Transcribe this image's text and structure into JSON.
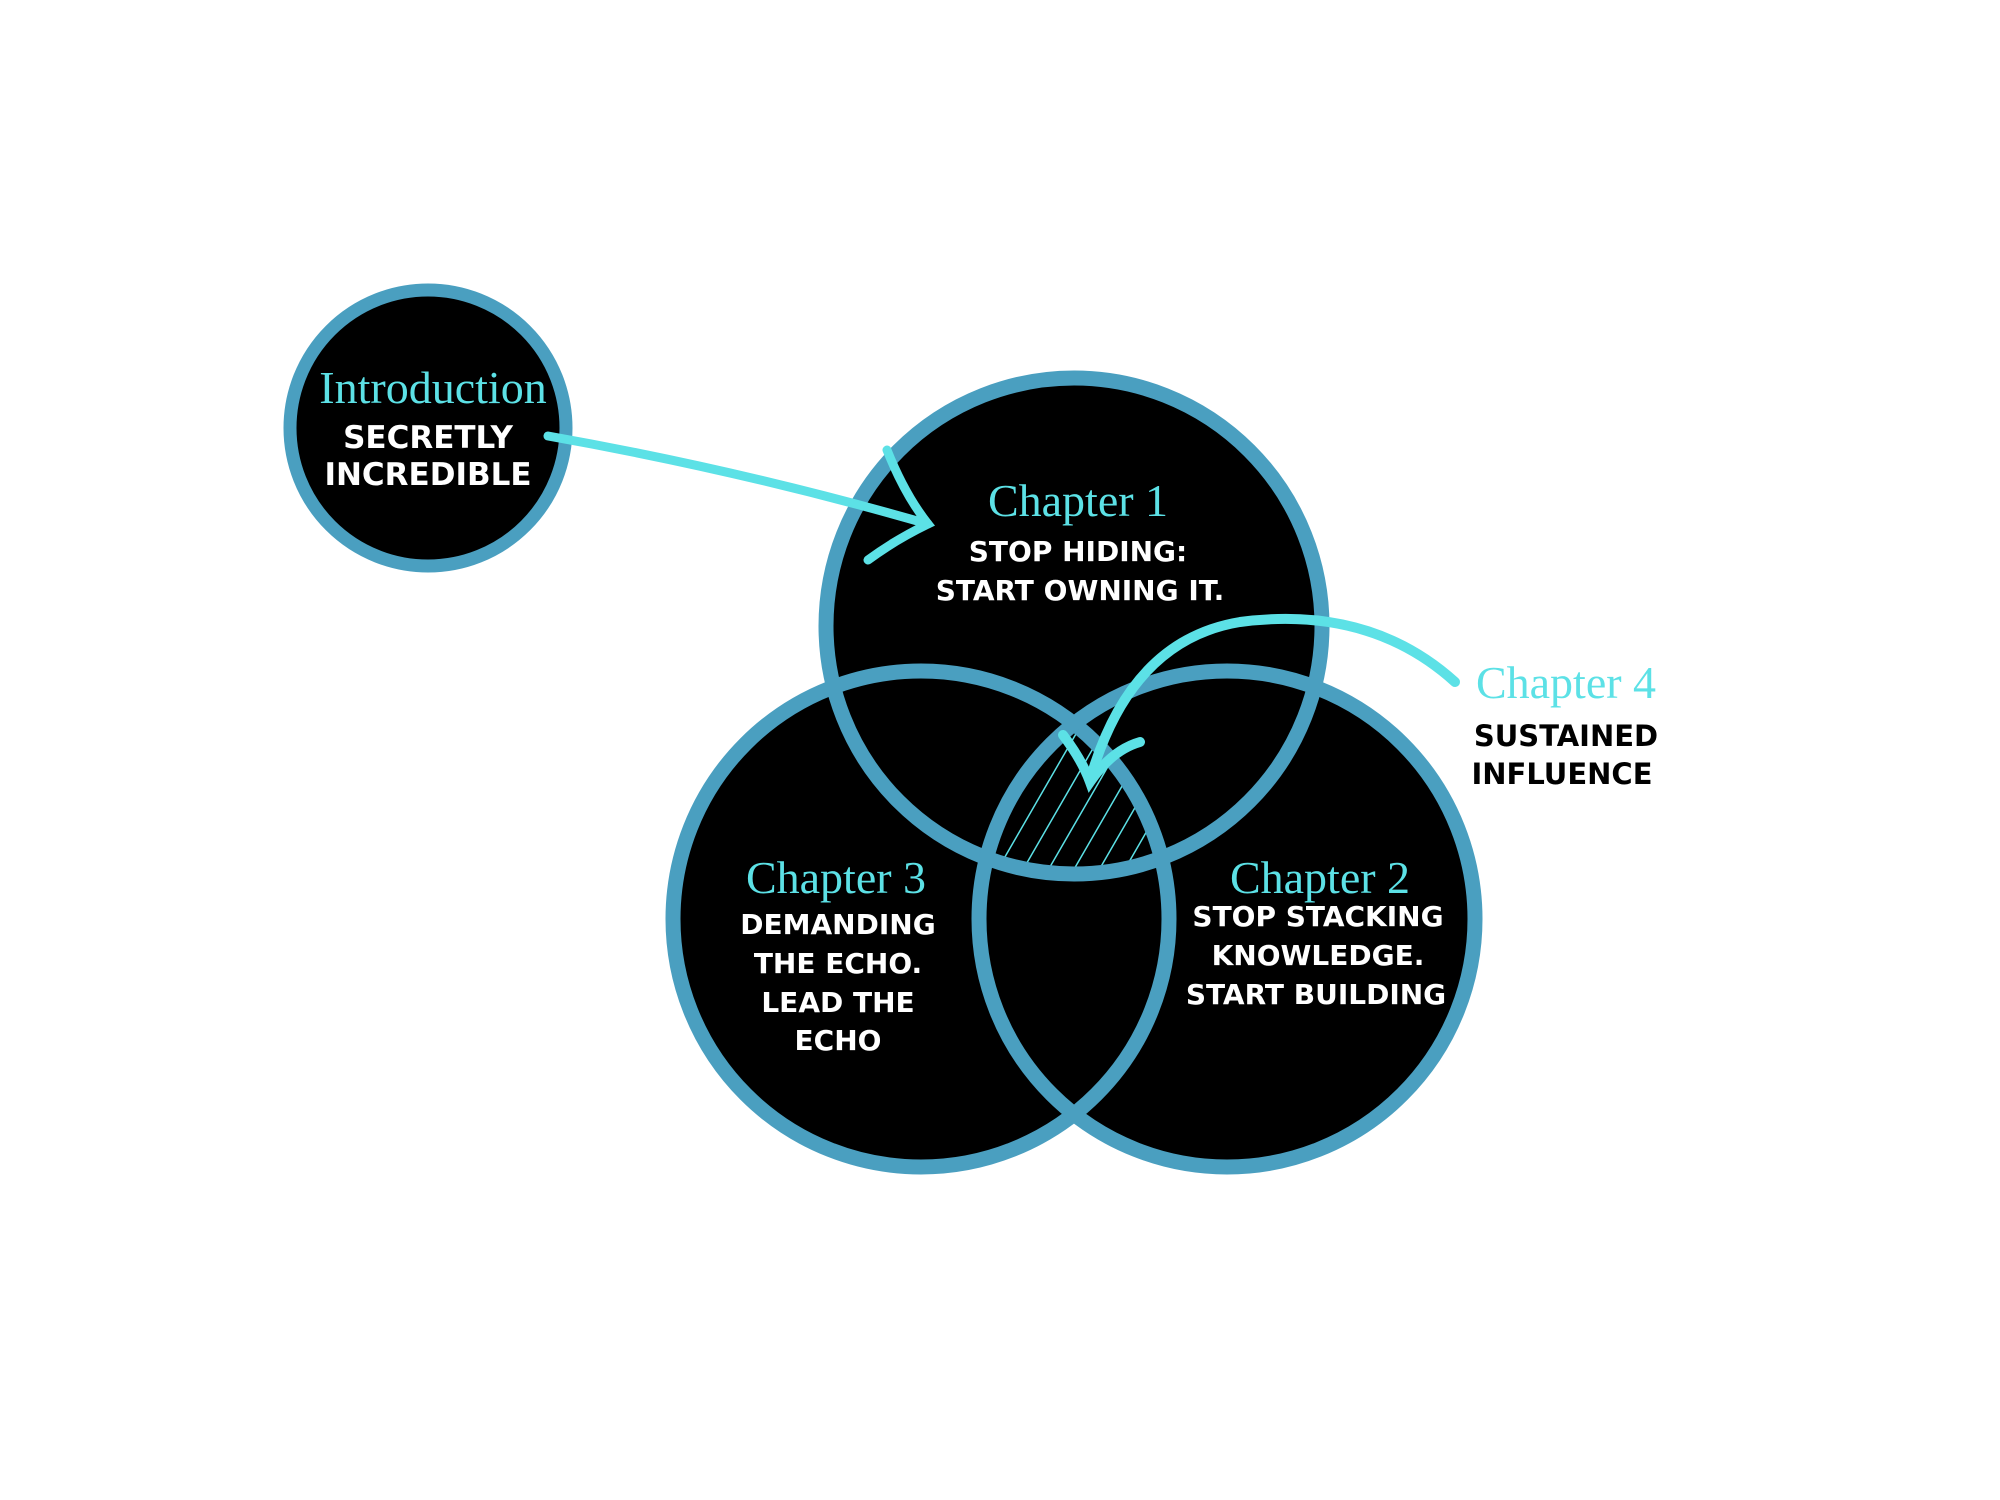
{
  "colors": {
    "ring": "#4a9fc0",
    "accent": "#5ce1e6",
    "fill": "#000000",
    "background": "#ffffff"
  },
  "introduction": {
    "title": "Introduction",
    "lines": [
      "SECRETLY",
      "INCREDIBLE"
    ]
  },
  "chapter1": {
    "title": "Chapter 1",
    "lines": [
      "STOP HIDING:",
      "START OWNING IT."
    ]
  },
  "chapter2": {
    "title": "Chapter 2",
    "lines": [
      "STOP STACKING",
      "KNOWLEDGE.",
      "START BUILDING"
    ]
  },
  "chapter3": {
    "title": "Chapter 3",
    "lines": [
      "DEMANDING",
      "THE ECHO.",
      "LEAD THE",
      "ECHO"
    ]
  },
  "chapter4": {
    "title": "Chapter 4",
    "lines": [
      "SUSTAINED",
      "INFLUENCE"
    ]
  }
}
